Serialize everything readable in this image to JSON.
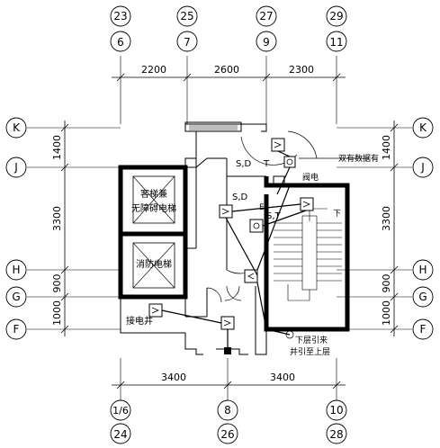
{
  "top_axes": [
    {
      "upper": "23",
      "lower": "6"
    },
    {
      "upper": "25",
      "lower": "7"
    },
    {
      "upper": "27",
      "lower": "9"
    },
    {
      "upper": "29",
      "lower": "11"
    }
  ],
  "top_dims": [
    "2200",
    "2600",
    "2300"
  ],
  "bottom_axes": [
    {
      "upper": "1/6",
      "lower": "24"
    },
    {
      "upper": "8",
      "lower": "26"
    },
    {
      "upper": "10",
      "lower": "28"
    }
  ],
  "bottom_dims": [
    "3400",
    "3400"
  ],
  "row_axes": [
    "K",
    "J",
    "H",
    "G",
    "F"
  ],
  "side_dims": [
    "1400",
    "3300",
    "900",
    "1000"
  ],
  "labels": {
    "passenger_elevator_1": "客梯兼",
    "passenger_elevator_2": "无障碍电梯",
    "fire_elevator": "消防电梯",
    "elevator_shaft_conduit": "接电井",
    "tag_sd_1": "S,D",
    "tag_t": "T",
    "tag_sd_2": "S,D",
    "tag_st": "S,T",
    "tag_e": "E",
    "note_upper": "双有数据有",
    "note_lower_1": "下层引来",
    "note_lower_2": "并引至上层",
    "room_small": "阀电",
    "stair_down": "下"
  }
}
